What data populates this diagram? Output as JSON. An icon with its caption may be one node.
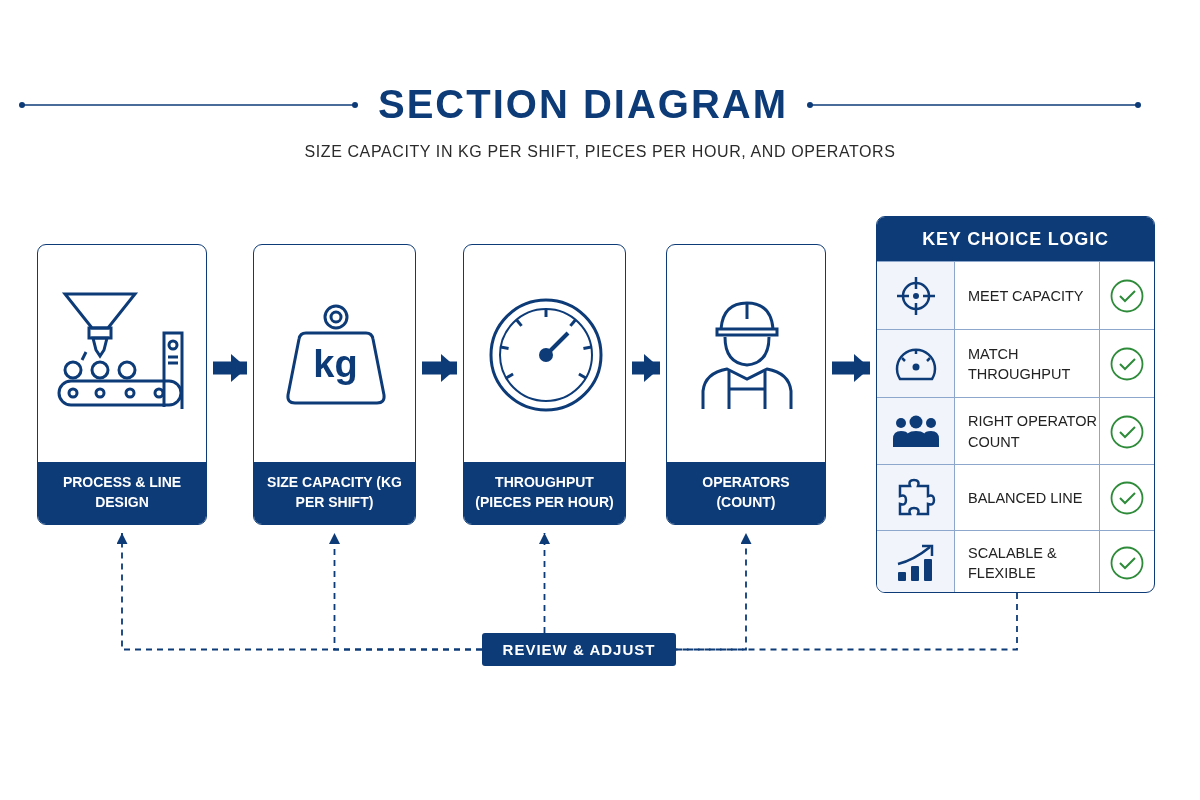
{
  "diagram": {
    "title": "SECTION DIAGRAM",
    "nodes": [
      {
        "text": [
          "PROCESS & LINE DESIGN"
        ]
      },
      {
        "text": [
          "kg",
          "SIZE CAPACITY (KG PER SHIFT)"
        ]
      },
      {
        "text": [
          "THROUGHPUT (PIECES PER HOUR)"
        ]
      },
      {
        "text": [
          "OPERATORS (COUNT)"
        ]
      },
      {
        "text": [
          "KEY CHOICE LOGIC"
        ]
      },
      {
        "text": [
          "MEET CAPACITY"
        ],
        "in": 4
      },
      {
        "text": [
          "MATCH THROUGHPUT"
        ],
        "in": 4
      },
      {
        "text": [
          "RIGHT OPERATOR COUNT"
        ],
        "in": 4
      },
      {
        "text": [
          "BALANCED LINE"
        ],
        "in": 4
      },
      {
        "text": [
          "SCALABLE & FLEXIBLE"
        ],
        "in": 4
      },
      {
        "text": [
          "REVIEW & ADJUST"
        ]
      }
    ],
    "edges": [
      {
        "from": 0,
        "to": 1,
        "arrow": "to",
        "style": "thick"
      },
      {
        "from": 1,
        "to": 2,
        "arrow": "to",
        "style": "thick"
      },
      {
        "from": 2,
        "to": 3,
        "arrow": "to",
        "style": "thick"
      },
      {
        "from": 3,
        "to": 4,
        "arrow": "to",
        "style": "thick"
      },
      {
        "from": 10,
        "to": 0,
        "arrow": "to",
        "style": "dashed"
      },
      {
        "from": 10,
        "to": 1,
        "arrow": "to",
        "style": "dashed"
      },
      {
        "from": 10,
        "to": 2,
        "arrow": "to",
        "style": "dashed"
      },
      {
        "from": 10,
        "to": 3,
        "arrow": "to",
        "style": "dashed"
      },
      {
        "from": 4,
        "to": 10,
        "arrow": "none",
        "style": "dashed"
      }
    ],
    "labels": [
      "SIZE CAPACITY IN KG PER SHIFT, PIECES PER HOUR, AND OPERATORS"
    ]
  }
}
